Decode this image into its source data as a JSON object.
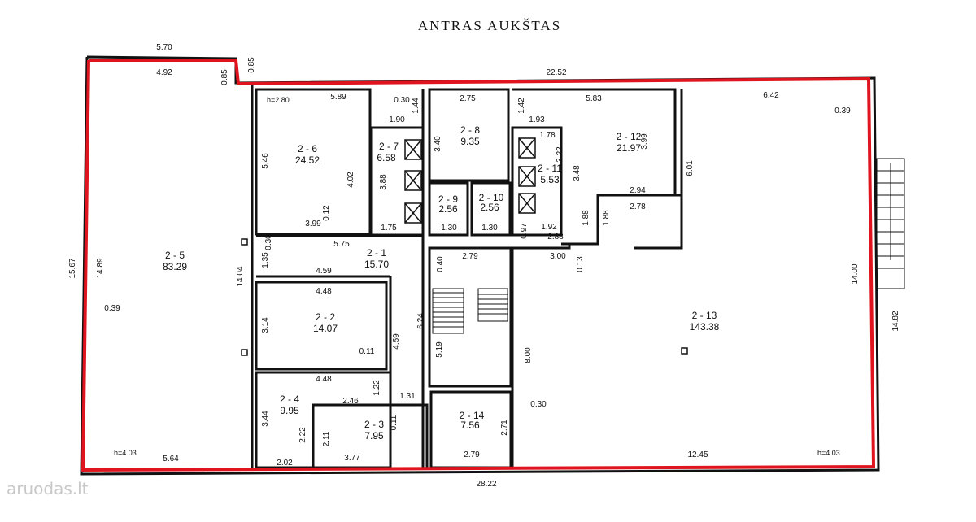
{
  "title": "ANTRAS AUKŠTAS",
  "watermark": "aruodas.lt",
  "rooms": [
    {
      "id": "2 - 5",
      "area": "83.29"
    },
    {
      "id": "2 - 6",
      "area": "24.52"
    },
    {
      "id": "2 - 7",
      "area": "6.58"
    },
    {
      "id": "2 - 8",
      "area": "9.35"
    },
    {
      "id": "2 - 9",
      "area": "2.56"
    },
    {
      "id": "2 - 10",
      "area": "2.56"
    },
    {
      "id": "2 - 11",
      "area": "5.53"
    },
    {
      "id": "2 - 12",
      "area": "21.97"
    },
    {
      "id": "2 - 1",
      "area": "15.70"
    },
    {
      "id": "2 - 2",
      "area": "14.07"
    },
    {
      "id": "2 - 3",
      "area": "7.95"
    },
    {
      "id": "2 - 4",
      "area": "9.95"
    },
    {
      "id": "2 - 14",
      "area": "7.56"
    },
    {
      "id": "2 - 13",
      "area": "143.38"
    }
  ],
  "heights": [
    "h=2.80",
    "h=4.03",
    "h=4.03"
  ],
  "dims": [
    "5.70",
    "4.92",
    "0.85",
    "0.85",
    "22.52",
    "5.89",
    "0.30",
    "1.44",
    "2.75",
    "1.42",
    "5.83",
    "6.42",
    "0.39",
    "1.90",
    "3.40",
    "1.93",
    "1.78",
    "3.99",
    "5.46",
    "4.02",
    "3.88",
    "3.22",
    "3.48",
    "6.01",
    "2.94",
    "2.78",
    "3.99",
    "0.12",
    "1.75",
    "1.30",
    "1.30",
    "0.97",
    "1.92",
    "2.88",
    "1.88",
    "1.88",
    "5.75",
    "0.30",
    "1.35",
    "0.40",
    "2.79",
    "3.00",
    "0.13",
    "15.67",
    "14.89",
    "14.04",
    "4.59",
    "4.48",
    "3.14",
    "0.11",
    "4.59",
    "6.24",
    "0.39",
    "14.00",
    "14.82",
    "5.19",
    "8.00",
    "4.48",
    "1.22",
    "2.46",
    "1.31",
    "3.44",
    "2.22",
    "2.11",
    "0.11",
    "0.30",
    "2.71",
    "5.64",
    "2.02",
    "3.77",
    "2.79",
    "12.45",
    "28.22"
  ]
}
